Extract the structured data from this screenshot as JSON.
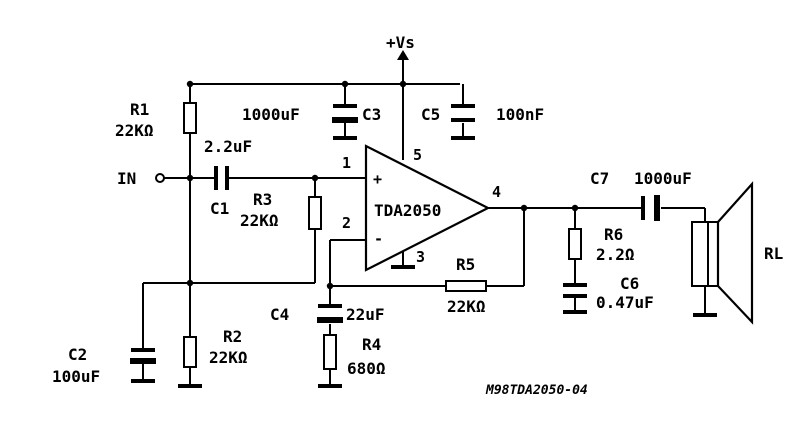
{
  "supply": {
    "label": "+Vs"
  },
  "ic": {
    "name": "TDA2050",
    "pin1": "1",
    "pin2": "2",
    "pin3": "3",
    "pin4": "4",
    "pin5": "5",
    "plus": "+",
    "minus": "-"
  },
  "input": {
    "label": "IN"
  },
  "r1": {
    "name": "R1",
    "value": "22KΩ"
  },
  "r2": {
    "name": "R2",
    "value": "22KΩ"
  },
  "r3": {
    "name": "R3",
    "value": "22KΩ"
  },
  "r4": {
    "name": "R4",
    "value": "680Ω"
  },
  "r5": {
    "name": "R5",
    "value": "22KΩ"
  },
  "r6": {
    "name": "R6",
    "value": "2.2Ω"
  },
  "c1": {
    "name": "C1",
    "value": "2.2uF"
  },
  "c2": {
    "name": "C2",
    "value": "100uF"
  },
  "c3": {
    "name": "C3",
    "value": "1000uF"
  },
  "c4": {
    "name": "C4",
    "value": "22uF"
  },
  "c5": {
    "name": "C5",
    "value": "100nF"
  },
  "c6": {
    "name": "C6",
    "value": "0.47uF"
  },
  "c7": {
    "name": "C7",
    "value": "1000uF"
  },
  "load": {
    "label": "RL"
  },
  "reference": "M98TDA2050-04"
}
